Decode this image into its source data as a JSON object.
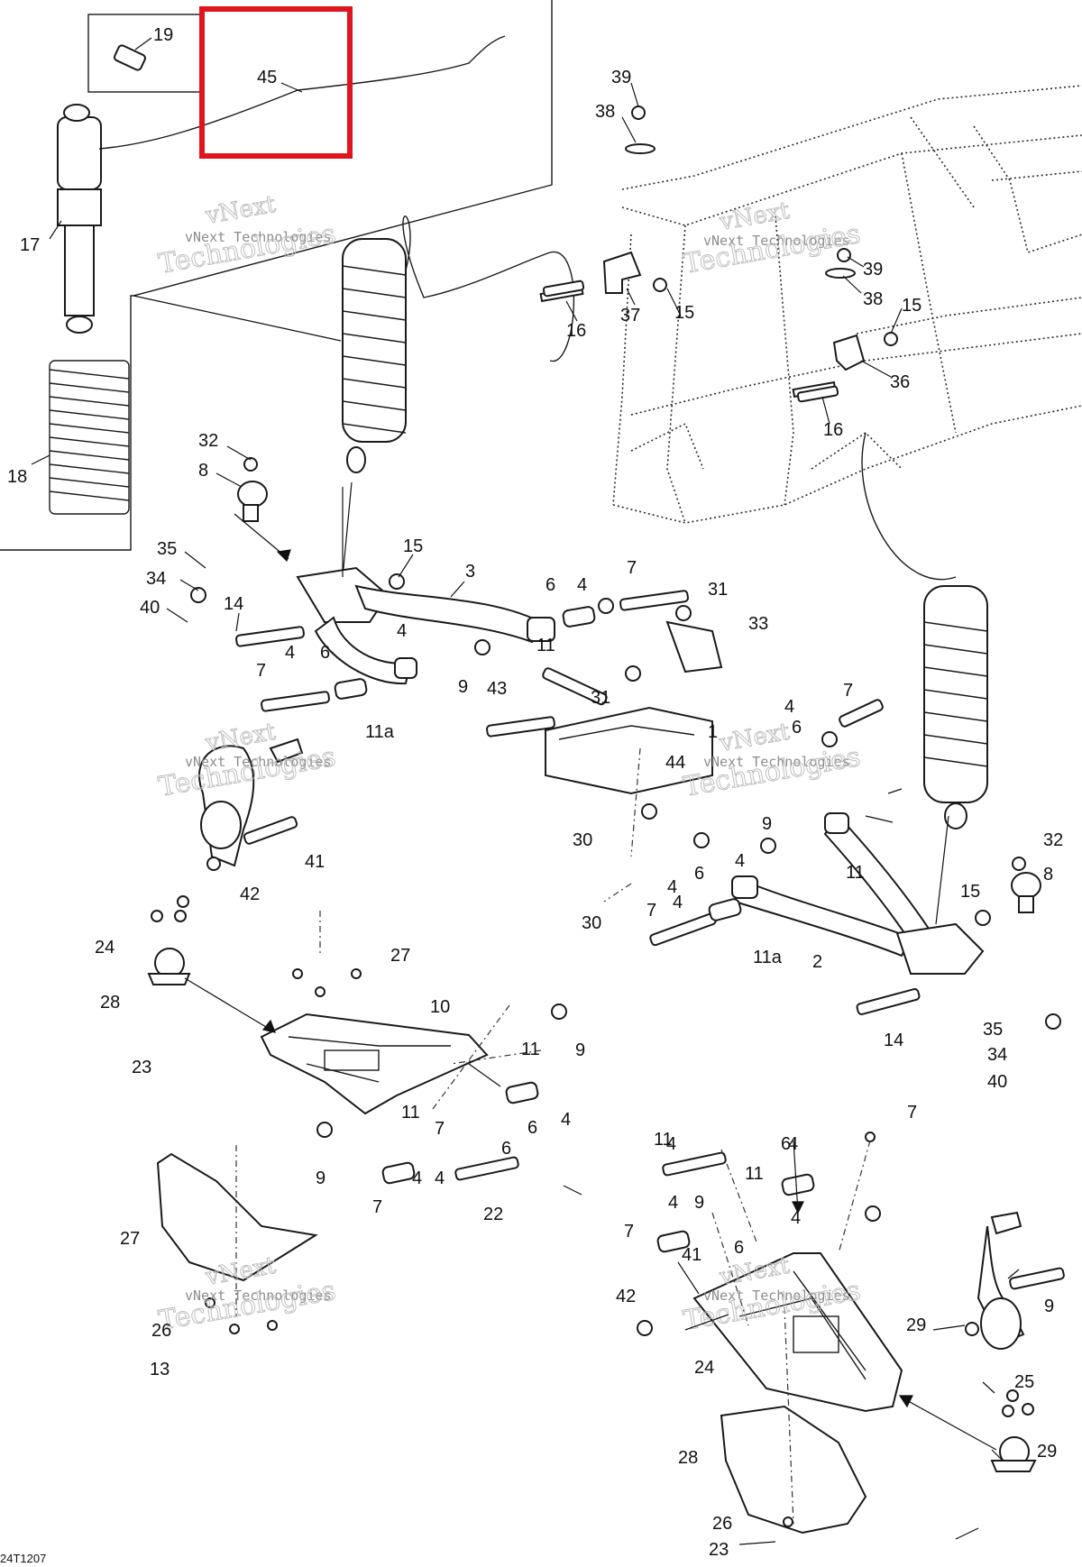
{
  "diagram": {
    "code": "24T1207",
    "highlight_color": "#e0141e",
    "watermark": {
      "line1": "vNext",
      "line2": "vNext Technologies",
      "line3": "Technologies"
    },
    "callouts": [
      "19",
      "45",
      "39",
      "38",
      "17",
      "39",
      "38",
      "15",
      "37",
      "16",
      "15",
      "36",
      "16",
      "18",
      "32",
      "8",
      "35",
      "34",
      "40",
      "15",
      "3",
      "6",
      "4",
      "7",
      "31",
      "33",
      "14",
      "4",
      "11",
      "7",
      "4",
      "6",
      "9",
      "11a",
      "43",
      "31",
      "1",
      "44",
      "30",
      "4",
      "7",
      "6",
      "4",
      "9",
      "11",
      "32",
      "8",
      "4",
      "6",
      "4",
      "15",
      "30",
      "7",
      "11a",
      "2",
      "41",
      "42",
      "14",
      "35",
      "34",
      "40",
      "24",
      "27",
      "28",
      "10",
      "9",
      "23",
      "11",
      "11",
      "7",
      "6",
      "4",
      "9",
      "6",
      "4",
      "4",
      "7",
      "22",
      "27",
      "7",
      "11",
      "4",
      "4",
      "6",
      "11",
      "4",
      "9",
      "4",
      "7",
      "6",
      "41",
      "9",
      "42",
      "29",
      "26",
      "13",
      "24",
      "25",
      "28",
      "29",
      "26",
      "23"
    ]
  }
}
